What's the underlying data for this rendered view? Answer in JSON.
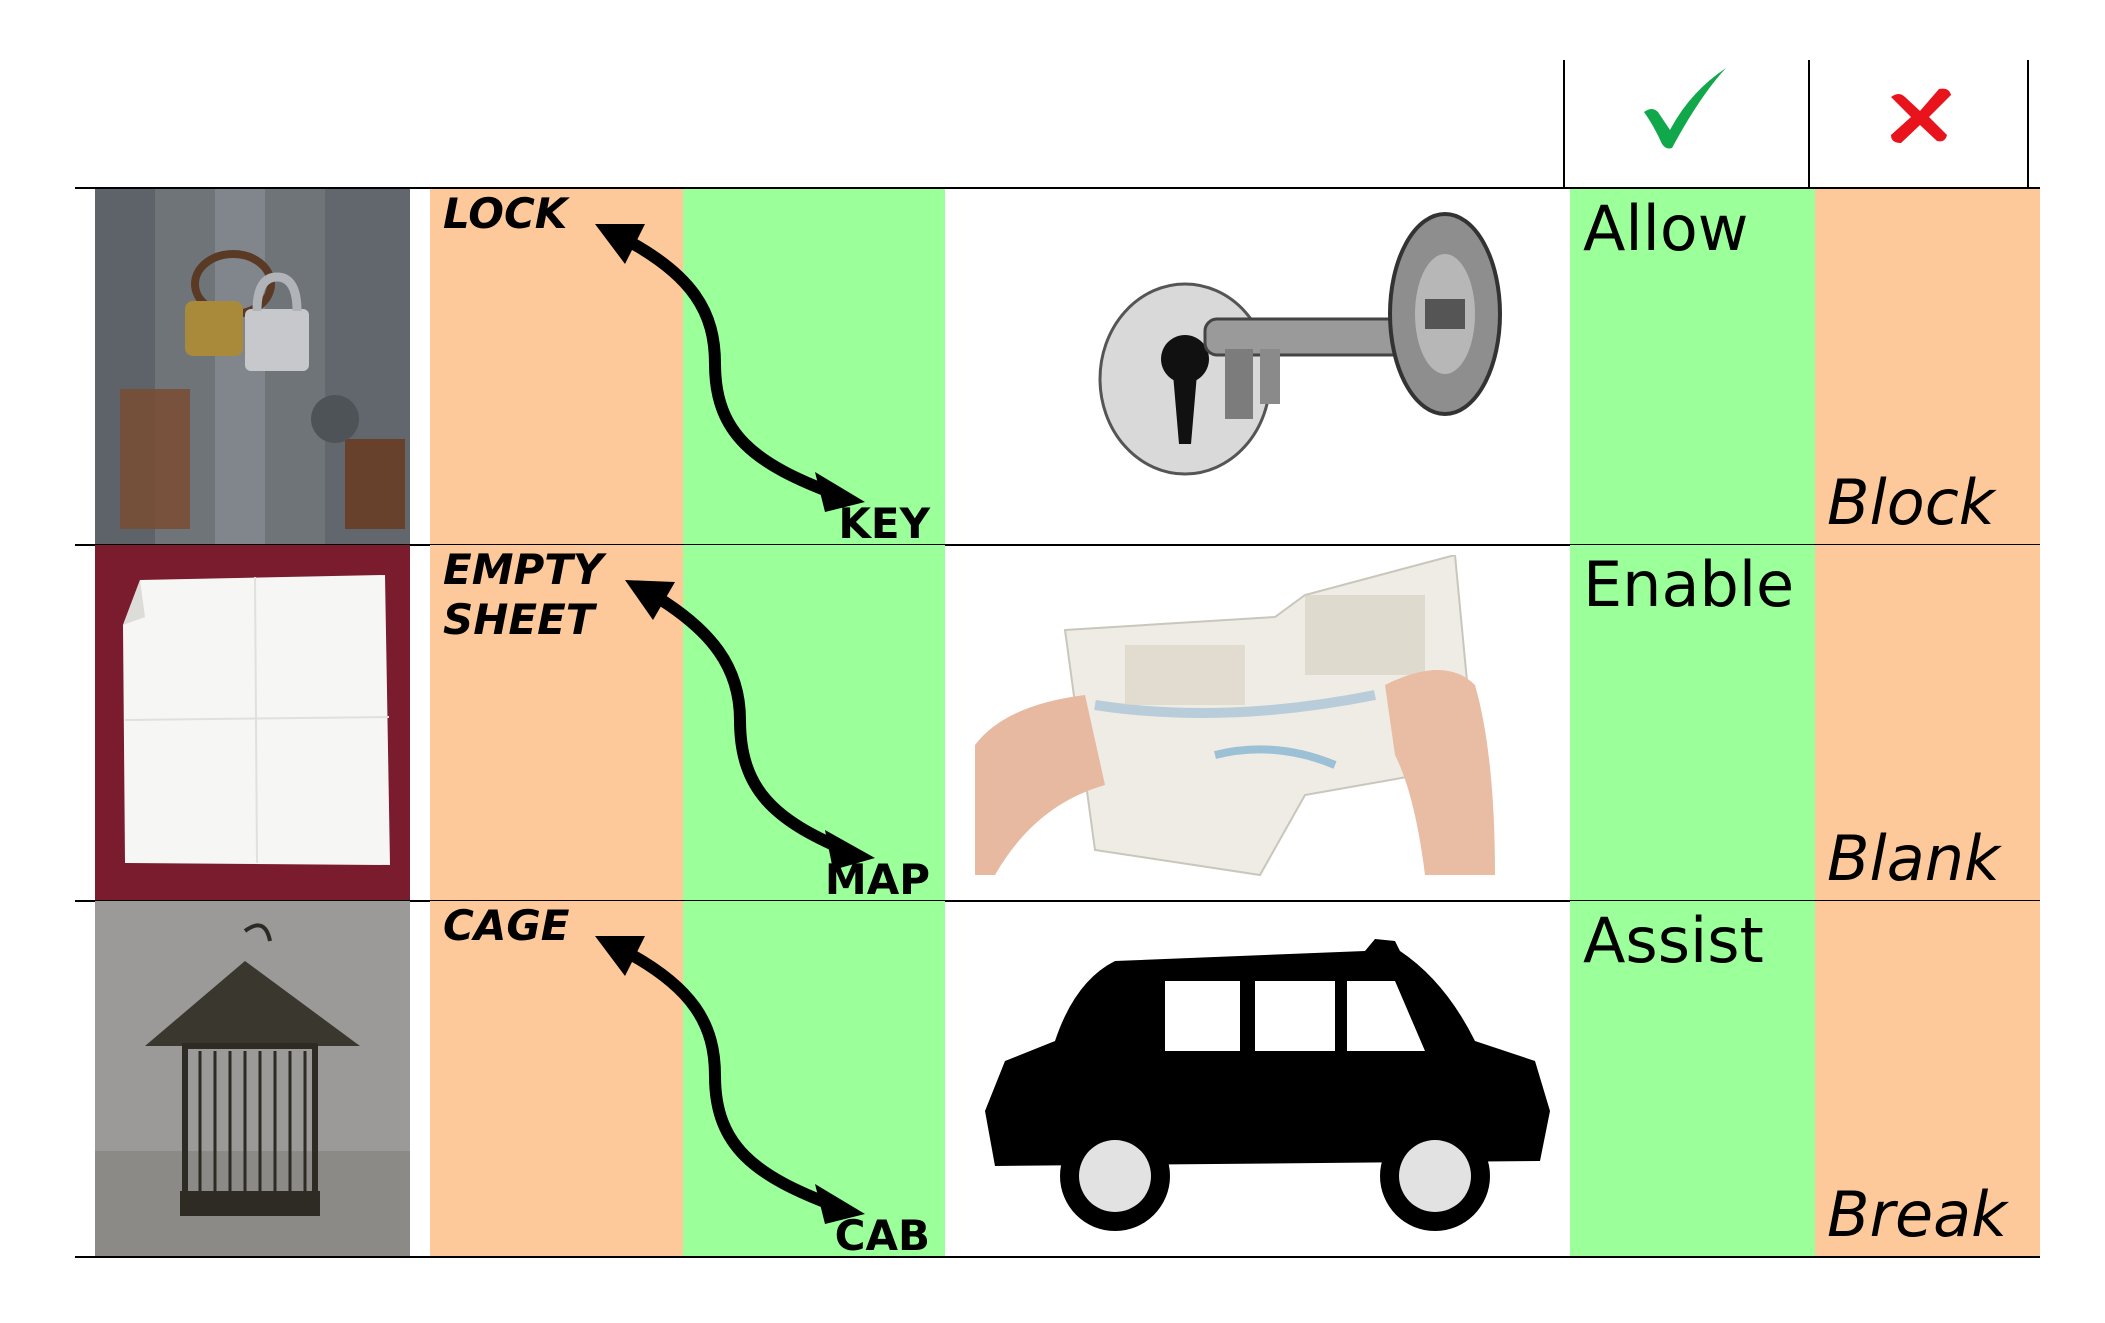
{
  "header": {
    "positive_icon": "check-icon",
    "negative_icon": "cross-icon",
    "positive_color": "#10a84a",
    "negative_color": "#e8131b"
  },
  "colors": {
    "orange_band": "#fec99a",
    "green_band": "#9bff9a"
  },
  "rows": [
    {
      "word_a": "LOCK",
      "word_b": "KEY",
      "positive": "Allow",
      "negative": "Block",
      "photo_icon": "padlocks-photo",
      "illustration_icon": "key-in-keyhole-illustration"
    },
    {
      "word_a": "EMPTY\nSHEET",
      "word_b": "MAP",
      "positive": "Enable",
      "negative": "Blank",
      "photo_icon": "blank-paper-photo",
      "illustration_icon": "hands-holding-map-illustration"
    },
    {
      "word_a": "CAGE",
      "word_b": "CAB",
      "positive": "Assist",
      "negative": "Break",
      "photo_icon": "birdcage-photo",
      "illustration_icon": "taxi-cab-silhouette"
    }
  ]
}
